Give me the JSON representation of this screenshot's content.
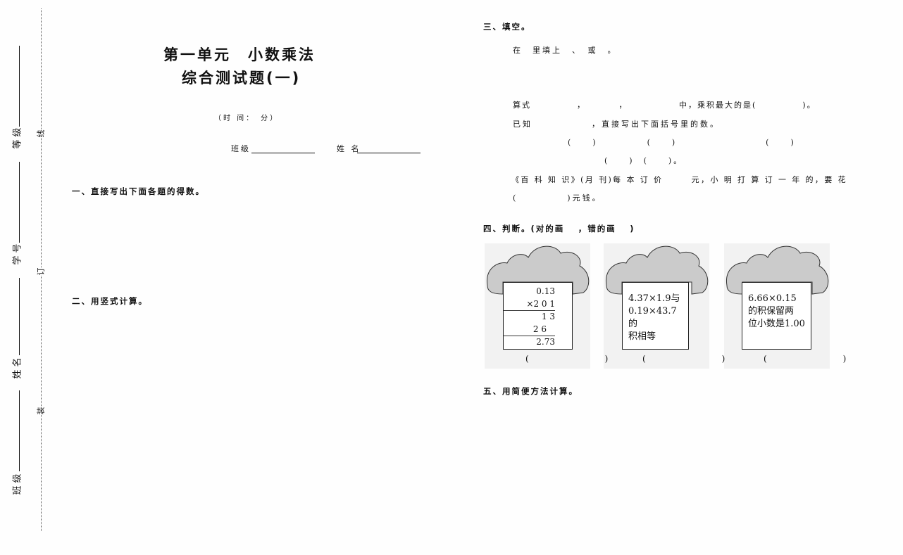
{
  "binding_margin": {
    "fields": [
      "等级",
      "学号",
      "姓名",
      "班级"
    ],
    "cut_marks": [
      "线",
      "订",
      "装"
    ]
  },
  "header": {
    "title_line1": "第一单元　小数乘法",
    "title_line2": "综合测试题(一)",
    "time": "（时 间：　分）",
    "class_label": "班级",
    "name_label": "姓 名"
  },
  "sections": {
    "s1": "一、直接写出下面各题的得数。",
    "s2": "二、用竖式计算。",
    "s3": {
      "title": "三、填空。",
      "q1": "在　里填上　、　或　。",
      "q2": "算式　　　　　，　　　　，　　　　　　中，乘积最大的是(　　　　　)。",
      "q3": "已知　　　　　　，直接写出下面括号里的数。",
      "q3_blanks_a": "(　　)　　　　　(　　)　　　　　　　　　(　　)",
      "q3_blanks_b": "(　　)  (　　)。",
      "q4_line1": "《百 科 知 识》(月 刊)每 本 订 价　　　元，小 明 打 算 订 一 年 的，要 花",
      "q4_line2": "(　　　　　)元钱。"
    },
    "s4": {
      "title": "四、判断。(对的画　 ，错的画　 )",
      "items": [
        {
          "lines": [
            "0.13",
            "×2 0 1",
            "1 3",
            "2 6",
            "2.73"
          ],
          "answer": "(　　)"
        },
        {
          "lines": [
            "4.37×1.9与",
            "0.19×43.7的",
            "积相等"
          ],
          "answer": "(　　)"
        },
        {
          "lines": [
            "6.66×0.15",
            "的积保留两",
            "位小数是1.00"
          ],
          "answer": "(　　)"
        }
      ]
    },
    "s5": "五、用简便方法计算。"
  }
}
